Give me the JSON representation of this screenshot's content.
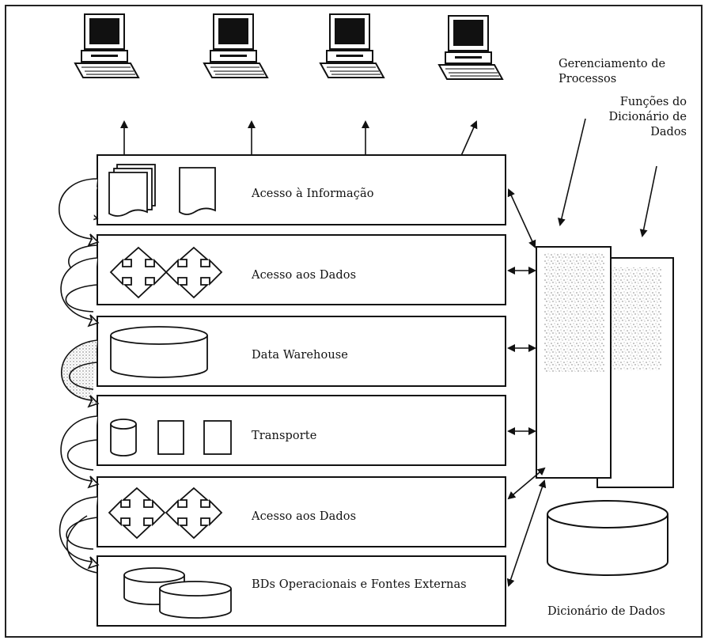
{
  "layers": [
    {
      "label": "Acesso à Informação"
    },
    {
      "label": "Acesso aos Dados"
    },
    {
      "label": "Data Warehouse"
    },
    {
      "label": "Transporte"
    },
    {
      "label": "Acesso aos Dados"
    },
    {
      "label": "BDs Operacionais e Fontes Externas"
    }
  ],
  "annotations": {
    "process_management": [
      "Gerenciamento de",
      "Processos"
    ],
    "dictionary_functions": [
      "Funções do",
      "Dicionário de",
      "Dados"
    ]
  },
  "data_dictionary_label": "Dicionário de Dados",
  "icons": {
    "workstations": [
      "computer-icon",
      "computer-icon",
      "computer-icon",
      "computer-icon"
    ],
    "layer_icons": [
      [
        "documents-icon",
        "document-icon"
      ],
      [
        "four-way-arrow-icon",
        "four-way-arrow-icon"
      ],
      [
        "database-icon"
      ],
      [
        "database-icon",
        "square-icon",
        "square-icon"
      ],
      [
        "four-way-arrow-icon",
        "four-way-arrow-icon"
      ],
      [
        "database-icon",
        "database-icon"
      ]
    ]
  }
}
